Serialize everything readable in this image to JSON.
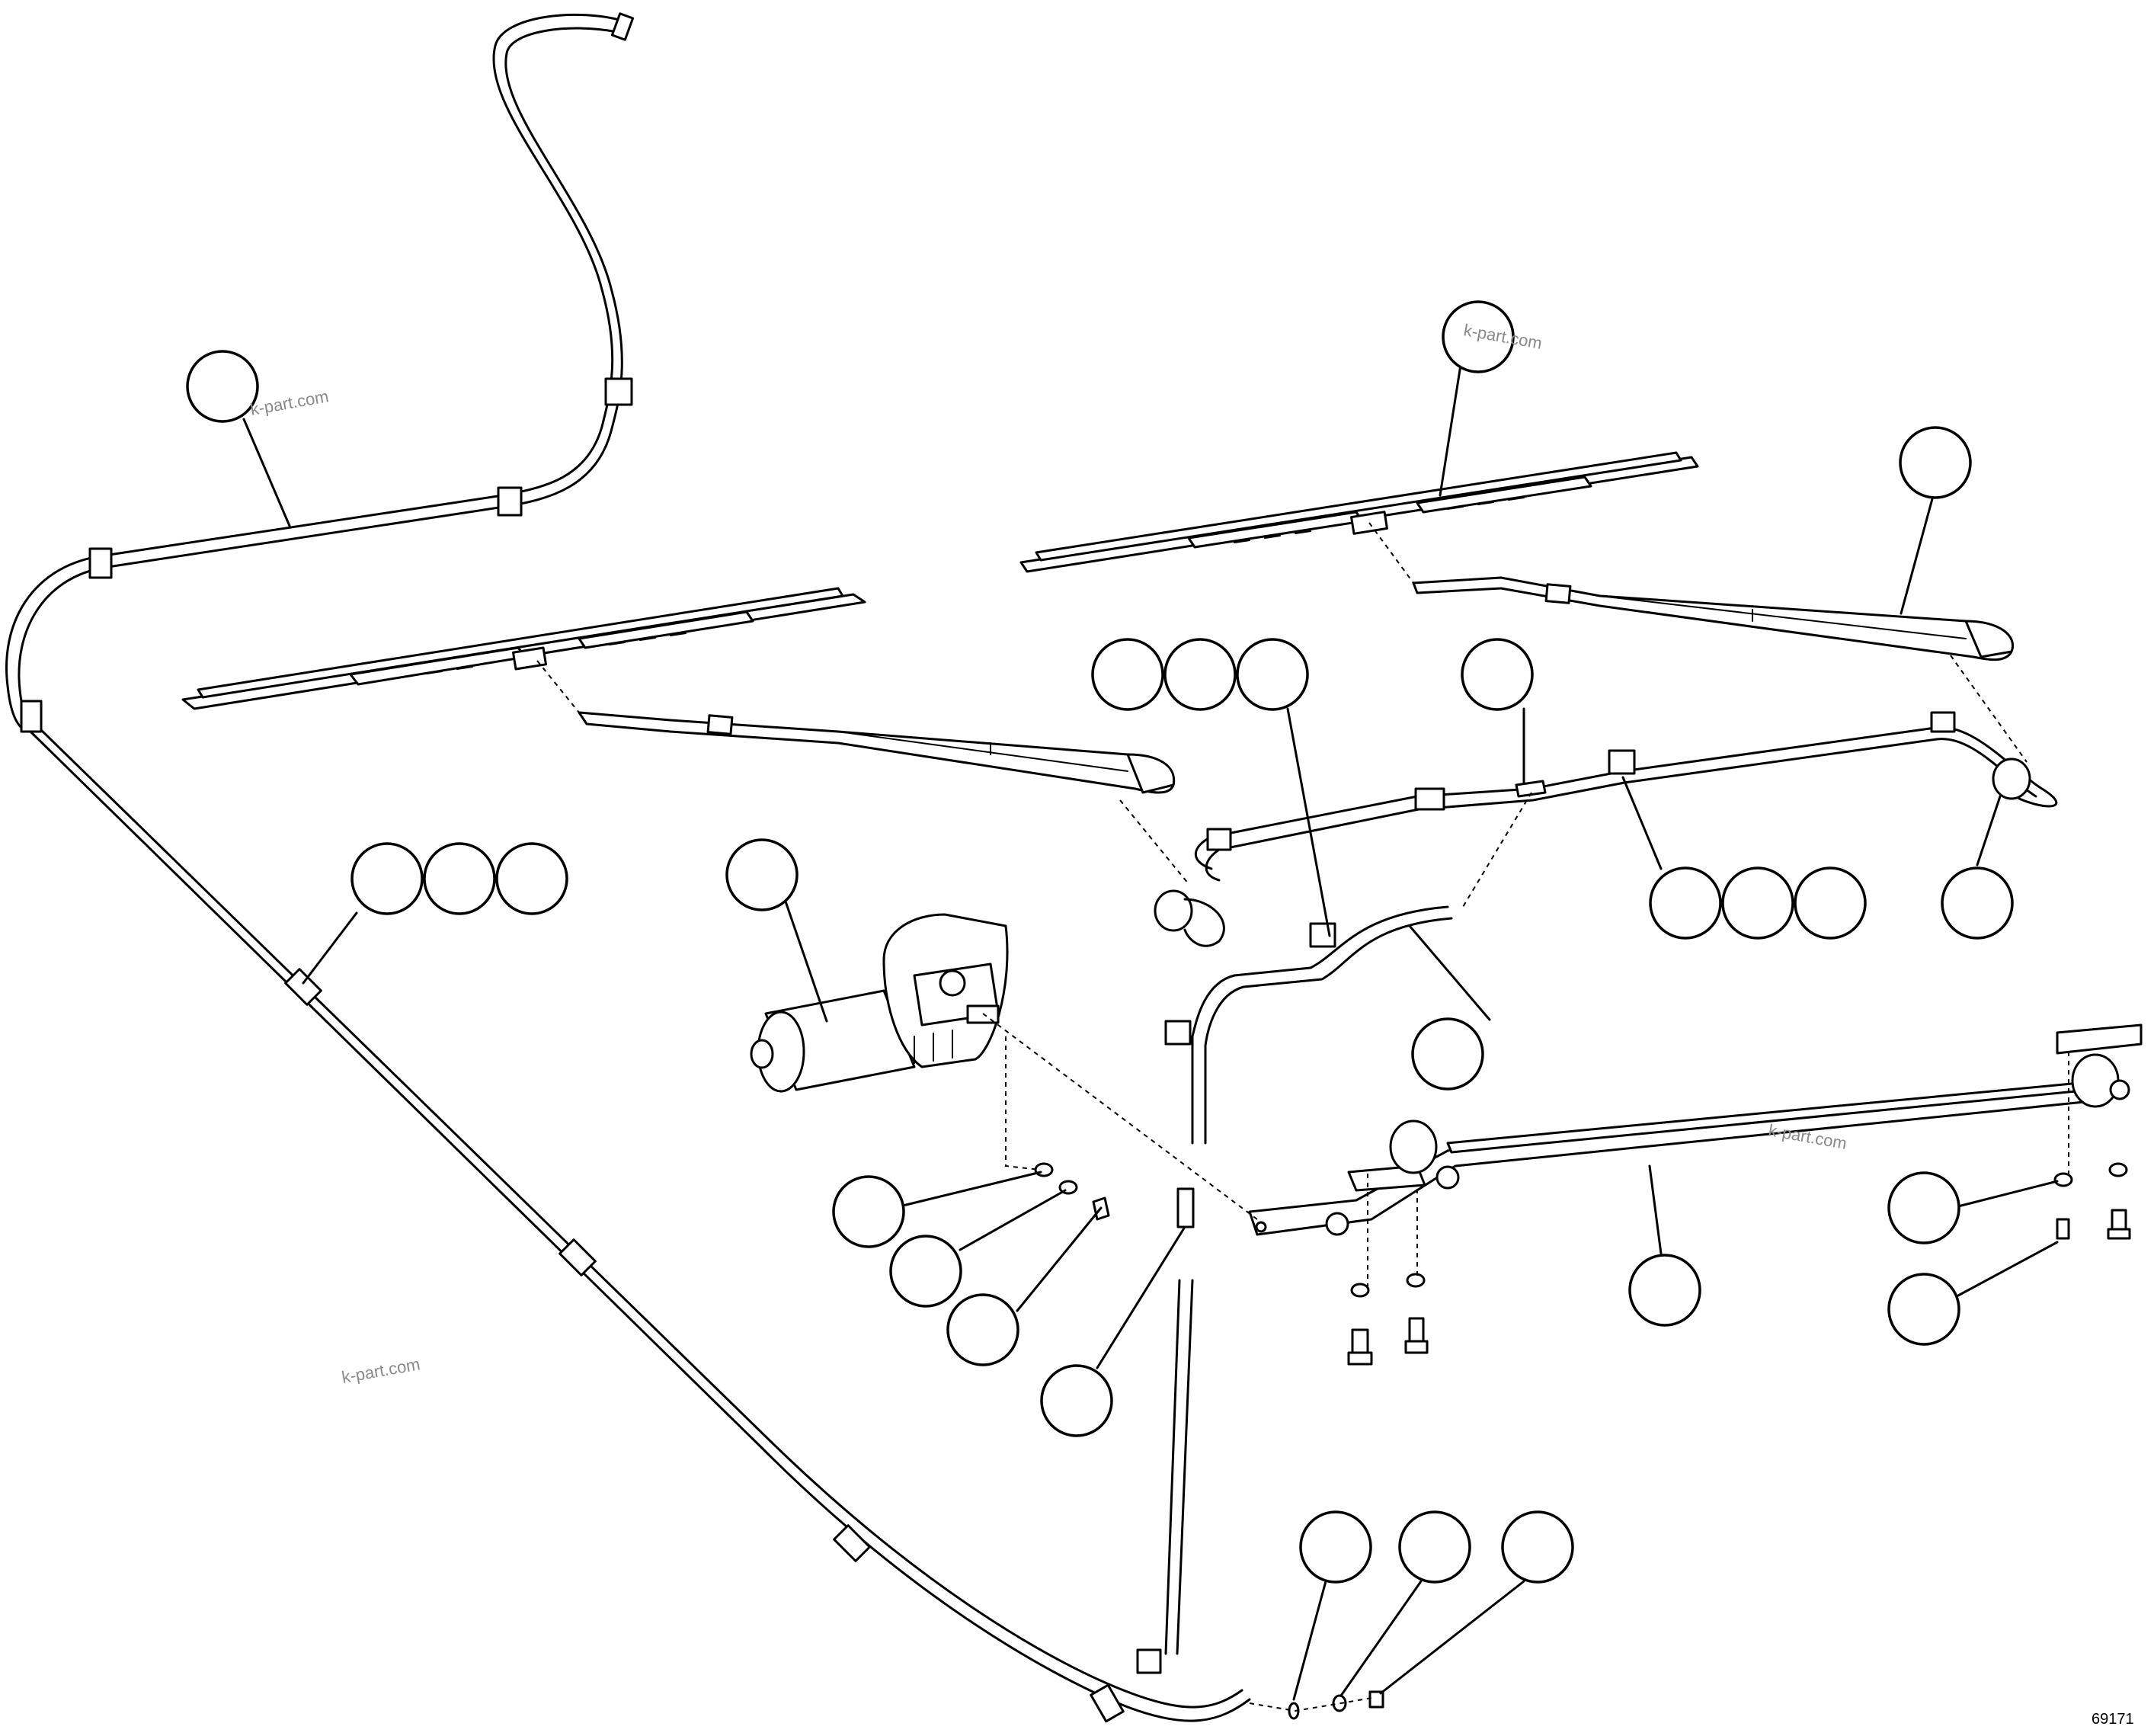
{
  "diagram": {
    "figure_number": "69171",
    "watermark": "k-part.com",
    "callouts": [
      {
        "id": "c1",
        "label": ""
      },
      {
        "id": "c2",
        "label": ""
      },
      {
        "id": "c3",
        "label": ""
      },
      {
        "id": "c4",
        "label": ""
      },
      {
        "id": "c5",
        "label": ""
      },
      {
        "id": "c6",
        "label": ""
      },
      {
        "id": "c7",
        "label": ""
      },
      {
        "id": "c8",
        "label": ""
      },
      {
        "id": "c9",
        "label": ""
      },
      {
        "id": "c10",
        "label": ""
      },
      {
        "id": "c11",
        "label": ""
      },
      {
        "id": "c12",
        "label": ""
      },
      {
        "id": "c13",
        "label": ""
      },
      {
        "id": "c14",
        "label": ""
      },
      {
        "id": "c15",
        "label": ""
      },
      {
        "id": "c16",
        "label": ""
      },
      {
        "id": "c17",
        "label": ""
      },
      {
        "id": "c18",
        "label": ""
      },
      {
        "id": "c19",
        "label": ""
      },
      {
        "id": "c20",
        "label": ""
      },
      {
        "id": "c21",
        "label": ""
      },
      {
        "id": "c22",
        "label": ""
      },
      {
        "id": "c23",
        "label": ""
      },
      {
        "id": "c24",
        "label": ""
      },
      {
        "id": "c25",
        "label": ""
      },
      {
        "id": "c26",
        "label": ""
      },
      {
        "id": "c27",
        "label": ""
      }
    ]
  }
}
